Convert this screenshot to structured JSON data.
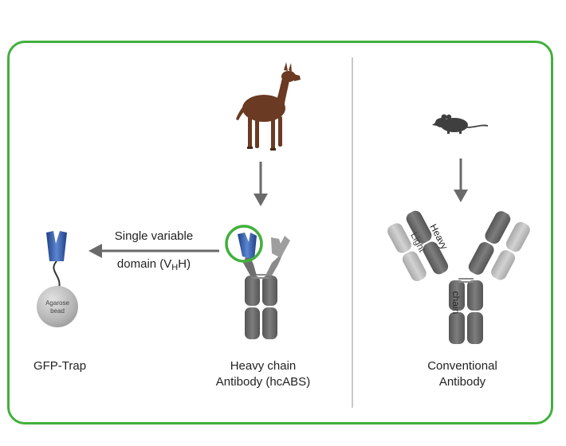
{
  "arrow_label": {
    "line1": "Single variable",
    "line2_prefix": "domain (V",
    "line2_sub": "H",
    "line2_suffix": "H)"
  },
  "bead_label": {
    "line1": "Agarose",
    "line2": "bead"
  },
  "gfp_trap_label": "GFP-Trap",
  "hcabs_label": {
    "line1": "Heavy chain",
    "line2": "Antibody (hcABS)"
  },
  "conventional_label": {
    "line1": "Conventional",
    "line2": "Antibody"
  },
  "chain_labels": {
    "light": "Light",
    "heavy": "Heavy",
    "chain": "chain"
  },
  "colors": {
    "frame_green": "#41b03c",
    "vhh_blue": "#3b5fa8",
    "heavy_chain_gray": "#6e6e6e",
    "light_chain_gray": "#bdbdbd",
    "alpaca_brown": "#6b3a22",
    "mouse_gray": "#3f3f3f",
    "arrow_gray": "#6a6a6a"
  },
  "icons": [
    "alpaca-icon",
    "mouse-icon"
  ]
}
